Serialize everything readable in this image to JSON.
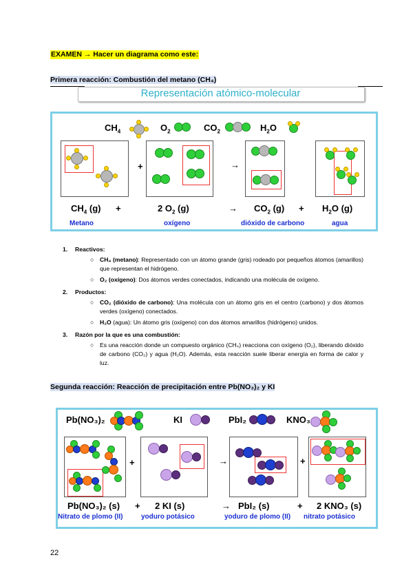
{
  "header": {
    "exam": "EXAMEN → Hacer un diagrama como este:"
  },
  "section1": {
    "title": "Primera reacción: Combustión del metano (CH₄)",
    "rep_title": "Representación atómico-molecular",
    "legend": [
      "CH",
      "O",
      "CO",
      "H"
    ],
    "legend_sub": [
      "4",
      "2",
      "2",
      "2"
    ],
    "legend_tail": [
      "",
      "",
      "",
      "O"
    ],
    "eq": {
      "ch4": "CH",
      "o2": "2 O",
      "co2": "CO",
      "h2o": "H",
      "g": "(g)",
      "plus": "+",
      "arrow": "→"
    },
    "names": [
      "Metano",
      "oxígeno",
      "dióxido de carbono",
      "agua"
    ]
  },
  "list": [
    {
      "n": "1.",
      "t": "Reactivos:"
    },
    {
      "b": "CH₄ (metano)",
      "t": ": Representado con un átomo grande (gris) rodeado por pequeños átomos (amarillos) que representan el hidrógeno."
    },
    {
      "b": "O₂ (oxígeno)",
      "t": ": Dos átomos verdes conectados, indicando una molécula de oxígeno."
    },
    {
      "n": "2.",
      "t": "Productos:"
    },
    {
      "b": "CO₂ (dióxido de carbono)",
      "t": ": Una molécula con un átomo gris en el centro (carbono) y dos átomos verdes (oxígeno) conectados."
    },
    {
      "b": "H₂O",
      "t": " (agua): Un átomo gris (oxígeno) con dos átomos amarillos (hidrógeno) unidos."
    },
    {
      "n": "3.",
      "t": "Razón por la que es una combustión:"
    },
    {
      "t": "Es una reacción donde un compuesto orgánico (CH₄) reacciona con oxígeno (O₂), liberando dióxido de carbono (CO₂) y agua (H₂O). Además, esta reacción suele liberar energía en forma de calor y luz."
    }
  ],
  "section2": {
    "title": "Segunda reacción: Reacción de precipitación entre Pb(NO₃)₂ y KI",
    "legend": [
      "Pb(NO",
      "KI",
      "PbI",
      "KNO"
    ],
    "eq": [
      "Pb(NO₃)₂ (s)",
      "2 KI (s)",
      "PbI₂ (s)",
      "2 KNO₃ (s)"
    ],
    "names": [
      "Nitrato de plomo (II)",
      "yoduro potásico",
      "yoduro de plomo (II)",
      "nitrato potásico"
    ],
    "legend_full": [
      "Pb(NO₃)₂",
      "KI",
      "PbI₂",
      "KNO₃"
    ]
  },
  "footer": {
    "page": "22"
  }
}
